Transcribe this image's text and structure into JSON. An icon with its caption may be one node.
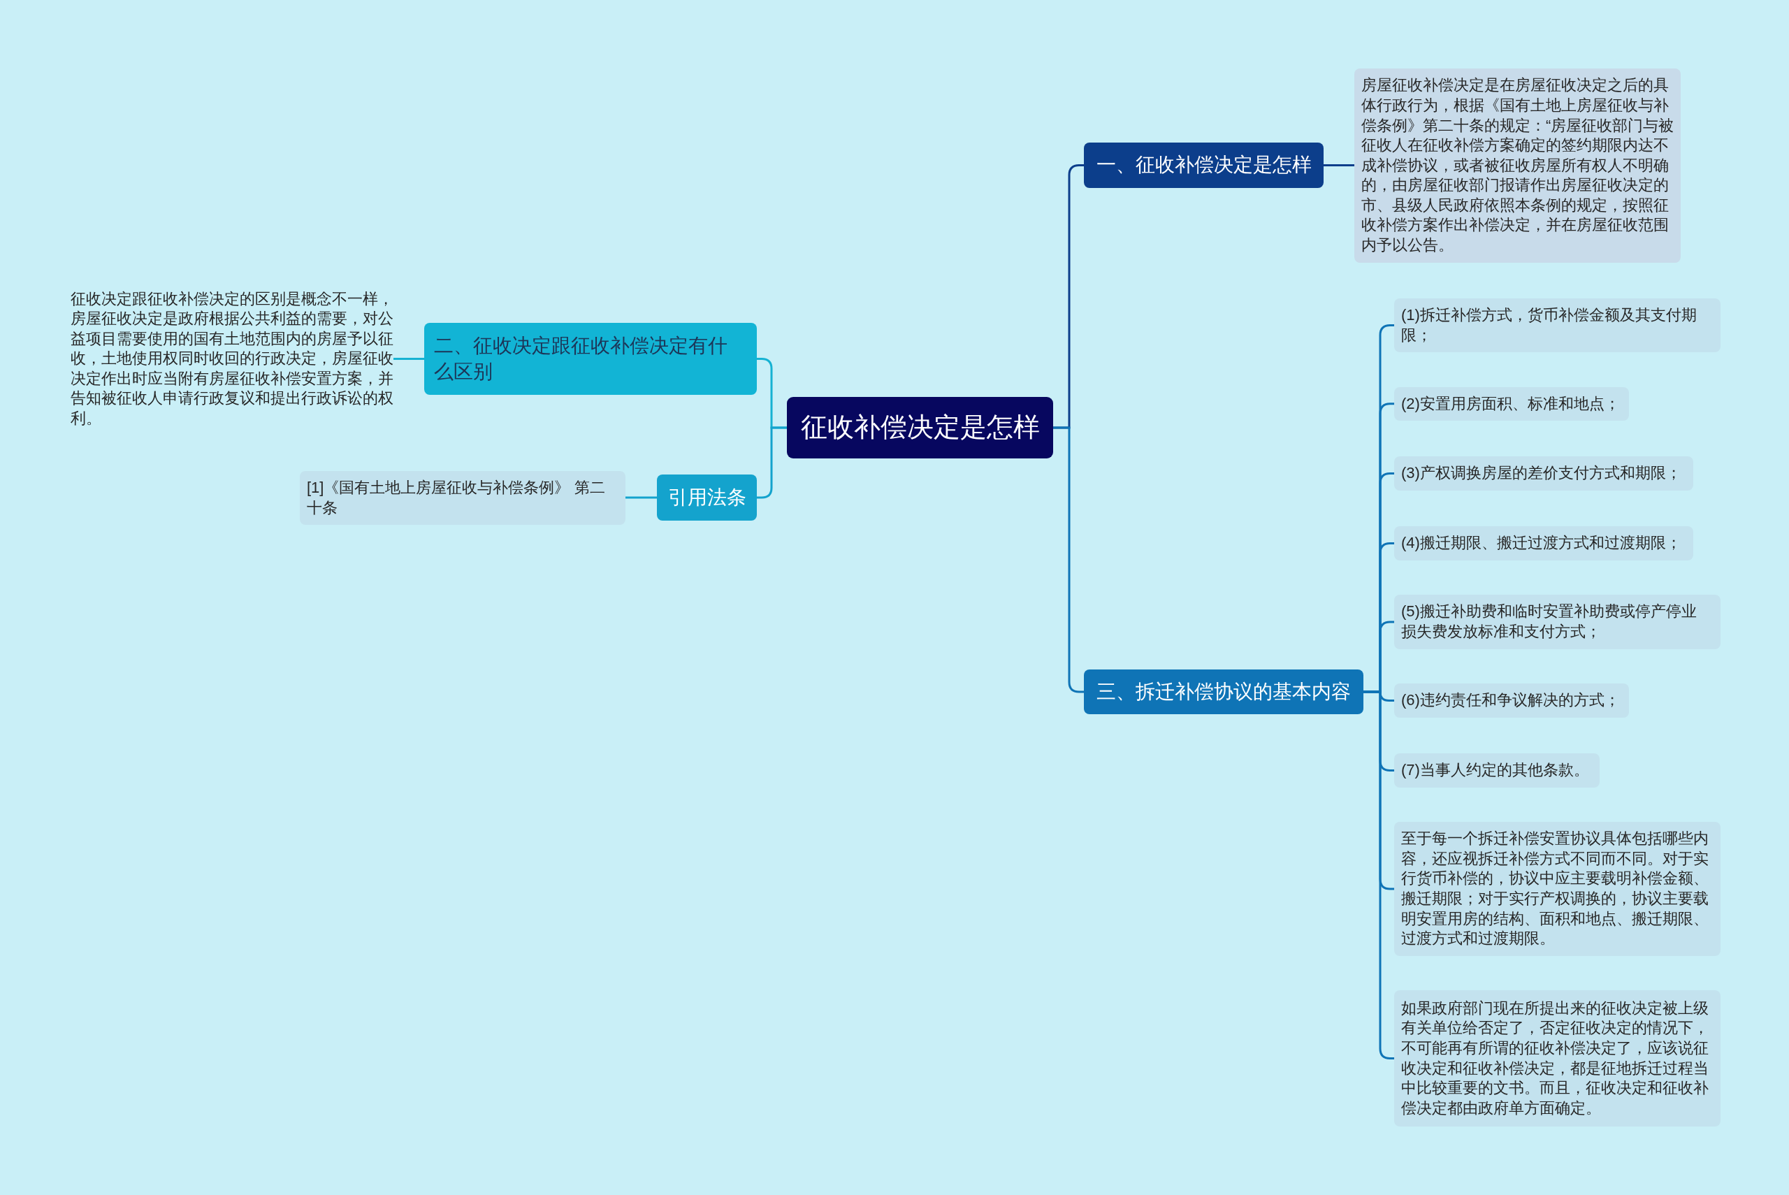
{
  "diagram": {
    "nodes": [
      {
        "text": [
          "征收补偿决定是怎样"
        ]
      },
      {
        "text": [
          "一、征收补偿决定是怎样"
        ]
      },
      {
        "text": [
          "房屋征收补偿决定是在房屋征收决定之后的具体行政行为，根据《国有土地上房屋征收与补偿条例》第二十条的规定：“房屋征收部门与被征收人在征收补偿方案确定的签约期限内达不成补偿协议，或者被征收房屋所有权人不明确的，由房屋征收部门报请作出房屋征收决定的市、县级人民政府依照本条例的规定，按照征收补偿方案作出补偿决定，并在房屋征收范围内予以公告。"
        ]
      },
      {
        "text": [
          "二、征收决定跟征收补偿决定有什么区别"
        ]
      },
      {
        "text": [
          "征收决定跟征收补偿决定的区别是概念不一样，房屋征收决定是政府根据公共利益的需要，对公益项目需要使用的国有土地范围内的房屋予以征收，土地使用权同时收回的行政决定，房屋征收决定作出时应当附有房屋征收补偿安置方案，并告知被征收人申请行政复议和提出行政诉讼的权利。"
        ]
      },
      {
        "text": [
          "引用法条"
        ]
      },
      {
        "text": [
          "[1]《国有土地上房屋征收与补偿条例》 第二十条"
        ]
      },
      {
        "text": [
          "三、拆迁补偿协议的基本内容"
        ]
      },
      {
        "text": [
          "(1)拆迁补偿方式，货币补偿金额及其支付期限；"
        ]
      },
      {
        "text": [
          "(2)安置用房面积、标准和地点；"
        ]
      },
      {
        "text": [
          "(3)产权调换房屋的差价支付方式和期限；"
        ]
      },
      {
        "text": [
          "(4)搬迁期限、搬迁过渡方式和过渡期限；"
        ]
      },
      {
        "text": [
          "(5)搬迁补助费和临时安置补助费或停产停业损失费发放标准和支付方式；"
        ]
      },
      {
        "text": [
          "(6)违约责任和争议解决的方式；"
        ]
      },
      {
        "text": [
          "(7)当事人约定的其他条款。"
        ]
      },
      {
        "text": [
          "至于每一个拆迁补偿安置协议具体包括哪些内容，还应视拆迁补偿方式不同而不同。对于实行货币补偿的，协议中应主要载明补偿金额、搬迁期限；对于实行产权调换的，协议主要载明安置用房的结构、面积和地点、搬迁期限、过渡方式和过渡期限。"
        ]
      },
      {
        "text": [
          "如果政府部门现在所提出来的征收决定被上级有关单位给否定了，否定征收决定的情况下，不可能再有所谓的征收补偿决定了，应该说征收决定和征收补偿决定，都是征地拆迁过程当中比较重要的文书。而且，征收决定和征收补偿决定都由政府单方面确定。"
        ]
      }
    ],
    "edges": [
      {
        "from": 0,
        "to": 1,
        "arrow": "none",
        "color": "#0c3e8b"
      },
      {
        "from": 1,
        "to": 2,
        "arrow": "none",
        "color": "#0c3e8b"
      },
      {
        "from": 0,
        "to": 3,
        "arrow": "none",
        "color": "#16b2d3"
      },
      {
        "from": 3,
        "to": 4,
        "arrow": "none",
        "color": "#16b2d3"
      },
      {
        "from": 0,
        "to": 5,
        "arrow": "none",
        "color": "#14a3cd"
      },
      {
        "from": 5,
        "to": 6,
        "arrow": "none",
        "color": "#14a3cd"
      },
      {
        "from": 0,
        "to": 7,
        "arrow": "none"
      },
      {
        "from": 7,
        "to": 8,
        "arrow": "none"
      },
      {
        "from": 7,
        "to": 9,
        "arrow": "none"
      },
      {
        "from": 7,
        "to": 10,
        "arrow": "none"
      },
      {
        "from": 7,
        "to": 11,
        "arrow": "none"
      },
      {
        "from": 7,
        "to": 12,
        "arrow": "none"
      },
      {
        "from": 7,
        "to": 13,
        "arrow": "none"
      },
      {
        "from": 7,
        "to": 14,
        "arrow": "none"
      },
      {
        "from": 7,
        "to": 15,
        "arrow": "none"
      },
      {
        "from": 7,
        "to": 16,
        "arrow": "none"
      }
    ]
  }
}
